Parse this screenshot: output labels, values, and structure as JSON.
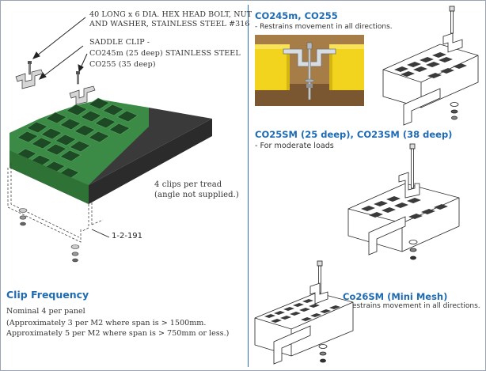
{
  "callouts": {
    "bolt_line1": "40 LONG x 6 DIA. HEX HEAD BOLT, NUT",
    "bolt_line2": "AND WASHER, STAINLESS STEEL #316",
    "saddle_line1": "SADDLE CLIP -",
    "saddle_line2": "CO245m (25 deep) STAINLESS STEEL",
    "saddle_line3": "CO255 (35 deep)",
    "clips_line1": "4 clips per tread",
    "clips_line2": "(angle not supplied.)",
    "drawing_ref": "1-2-191"
  },
  "clip_frequency": {
    "title": "Clip Frequency",
    "line1": "Nominal 4 per panel",
    "line2": "(Approximately 3 per M2 where span is > 1500mm.",
    "line3": "Approximately 5 per M2 where span is > 750mm or less.)"
  },
  "products": [
    {
      "title": "CO245m, CO255",
      "desc": "- Restrains movement in all directions."
    },
    {
      "title": "CO25SM (25 deep), CO23SM (38 deep)",
      "desc": "- For moderate loads"
    },
    {
      "title": "Co26SM (Mini Mesh)",
      "desc": "- Restrains movement in all directions."
    }
  ],
  "colors": {
    "heading_blue": "#1f6bb3",
    "grating_green": "#3b8a45",
    "tread_black": "#2b2b2b",
    "clip_yellow": "#f2d41e"
  }
}
